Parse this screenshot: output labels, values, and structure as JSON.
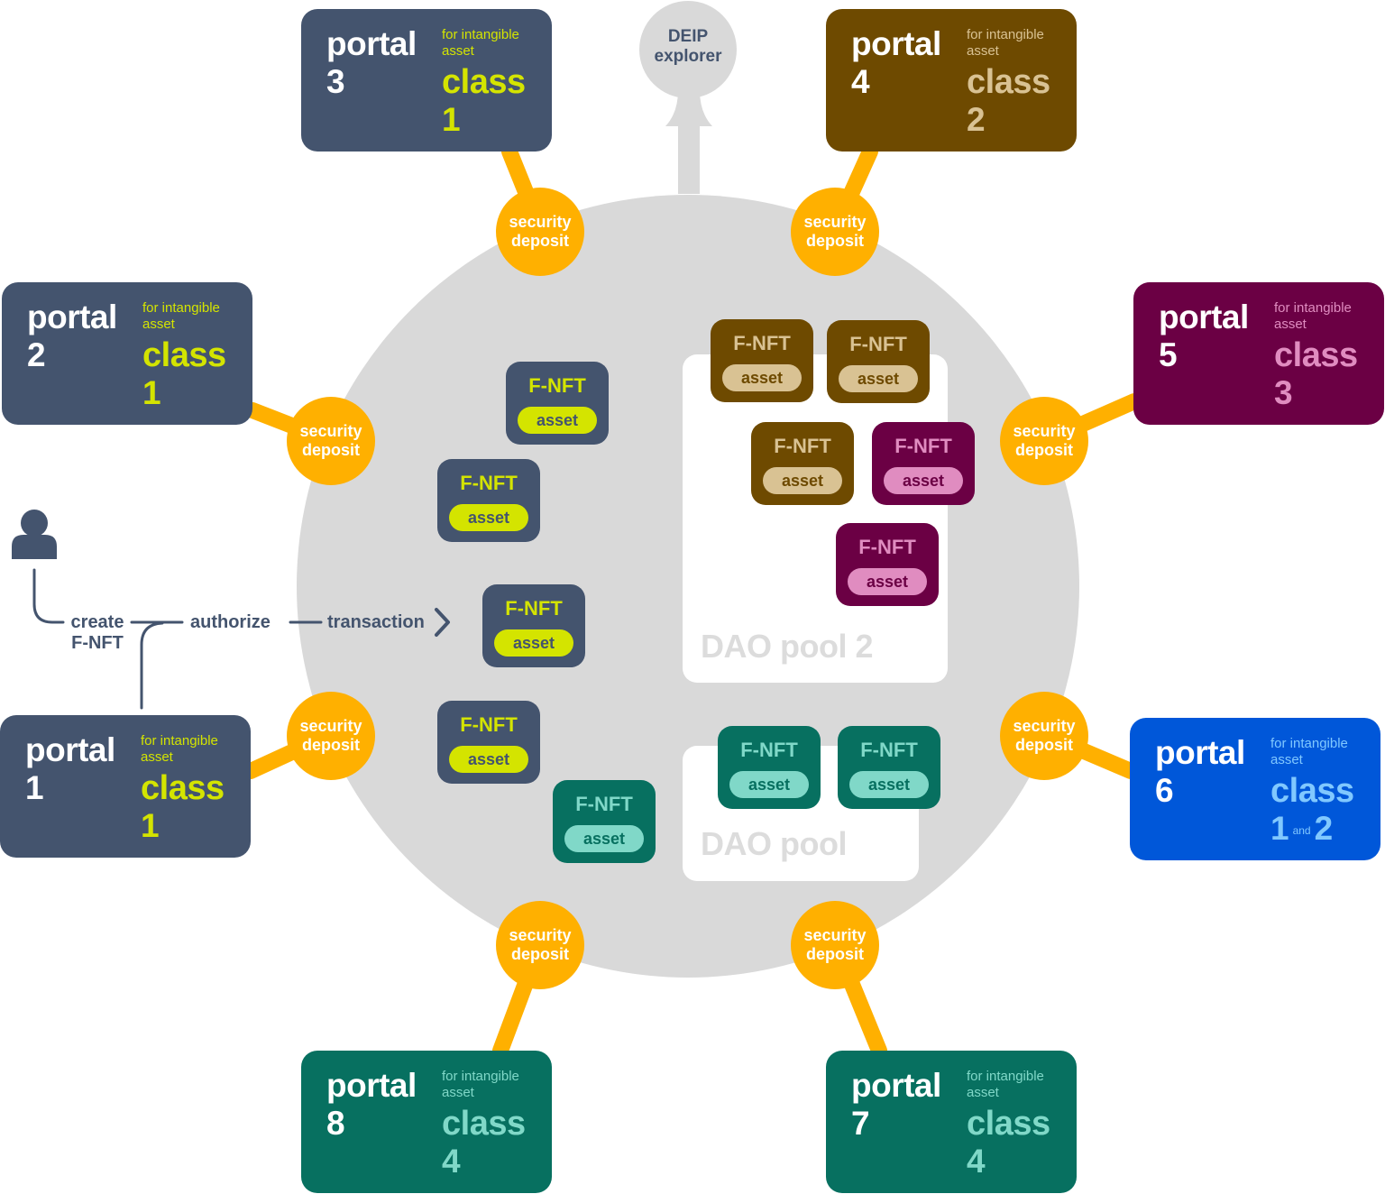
{
  "colors": {
    "ring": "#d9d9d9",
    "deposit": "#ffb000",
    "slate": "#44546e",
    "lime": "#d4e400",
    "brown": "#6e4a00",
    "tan": "#d9c293",
    "plum": "#6b0044",
    "pink": "#e08cc0",
    "blue": "#0057d9",
    "sky": "#80c8ff",
    "green": "#077060",
    "mint": "#80d8c8"
  },
  "explorer": {
    "line1": "DEIP",
    "line2": "explorer"
  },
  "portals": [
    {
      "word": "portal",
      "number": "3",
      "for_text": "for intangible asset",
      "class_word": "class",
      "class_number": "1"
    },
    {
      "word": "portal",
      "number": "4",
      "for_text": "for intangible asset",
      "class_word": "class",
      "class_number": "2"
    },
    {
      "word": "portal",
      "number": "2",
      "for_text": "for intangible asset",
      "class_word": "class",
      "class_number": "1"
    },
    {
      "word": "portal",
      "number": "5",
      "for_text": "for intangible asset",
      "class_word": "class",
      "class_number": "3"
    },
    {
      "word": "portal",
      "number": "1",
      "for_text": "for intangible asset",
      "class_word": "class",
      "class_number": "1"
    },
    {
      "word": "portal",
      "number": "6",
      "for_text": "for intangible asset",
      "class_word": "class",
      "class_number_a": "1",
      "class_and": "and",
      "class_number_b": "2"
    },
    {
      "word": "portal",
      "number": "8",
      "for_text": "for intangible asset",
      "class_word": "class",
      "class_number": "4"
    },
    {
      "word": "portal",
      "number": "7",
      "for_text": "for intangible asset",
      "class_word": "class",
      "class_number": "4"
    }
  ],
  "security_deposit": {
    "line1": "security",
    "line2": "deposit"
  },
  "fnft": {
    "title": "F-NFT",
    "asset": "asset"
  },
  "dao_pools": {
    "pool2": "DAO pool 2",
    "pool1": "DAO pool"
  },
  "flow": {
    "create_line1": "create",
    "create_line2": "F-NFT",
    "authorize": "authorize",
    "transaction": "transaction"
  }
}
